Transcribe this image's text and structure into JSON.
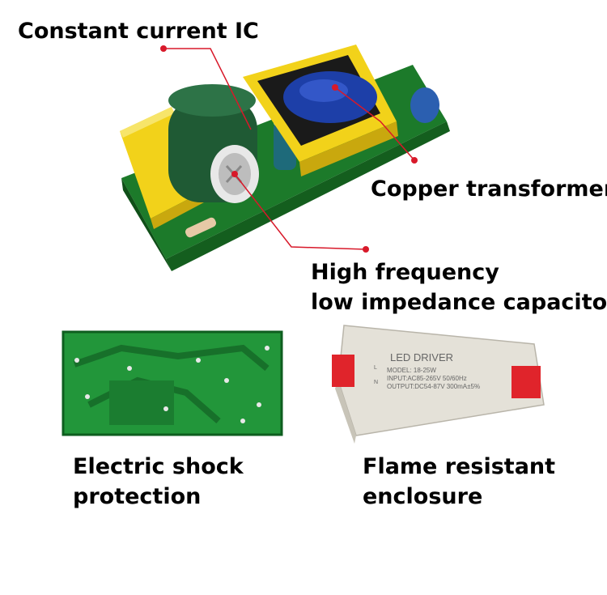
{
  "callouts": {
    "ic": "Constant current IC",
    "transformer": "Copper transformer",
    "capacitor_line1": "High frequency",
    "capacitor_line2": "low impedance capacitor"
  },
  "features": {
    "shock_line1": "Electric shock",
    "shock_line2": "protection",
    "flame_line1": "Flame resistant",
    "flame_line2": "enclosure"
  },
  "enclosure_label": {
    "title": "LED DRIVER",
    "model": "MODEL: 18-25W",
    "input": "INPUT:AC85-265V  50/60Hz",
    "output": "OUTPUT:DC54-87V  300mA±5%",
    "l": "L",
    "n": "N"
  },
  "colors": {
    "pcb_green": "#1f8a2c",
    "callout_red": "#d8192a",
    "transformer_yellow": "#f2d21a",
    "enclosure_grey": "#e4e1d8"
  }
}
